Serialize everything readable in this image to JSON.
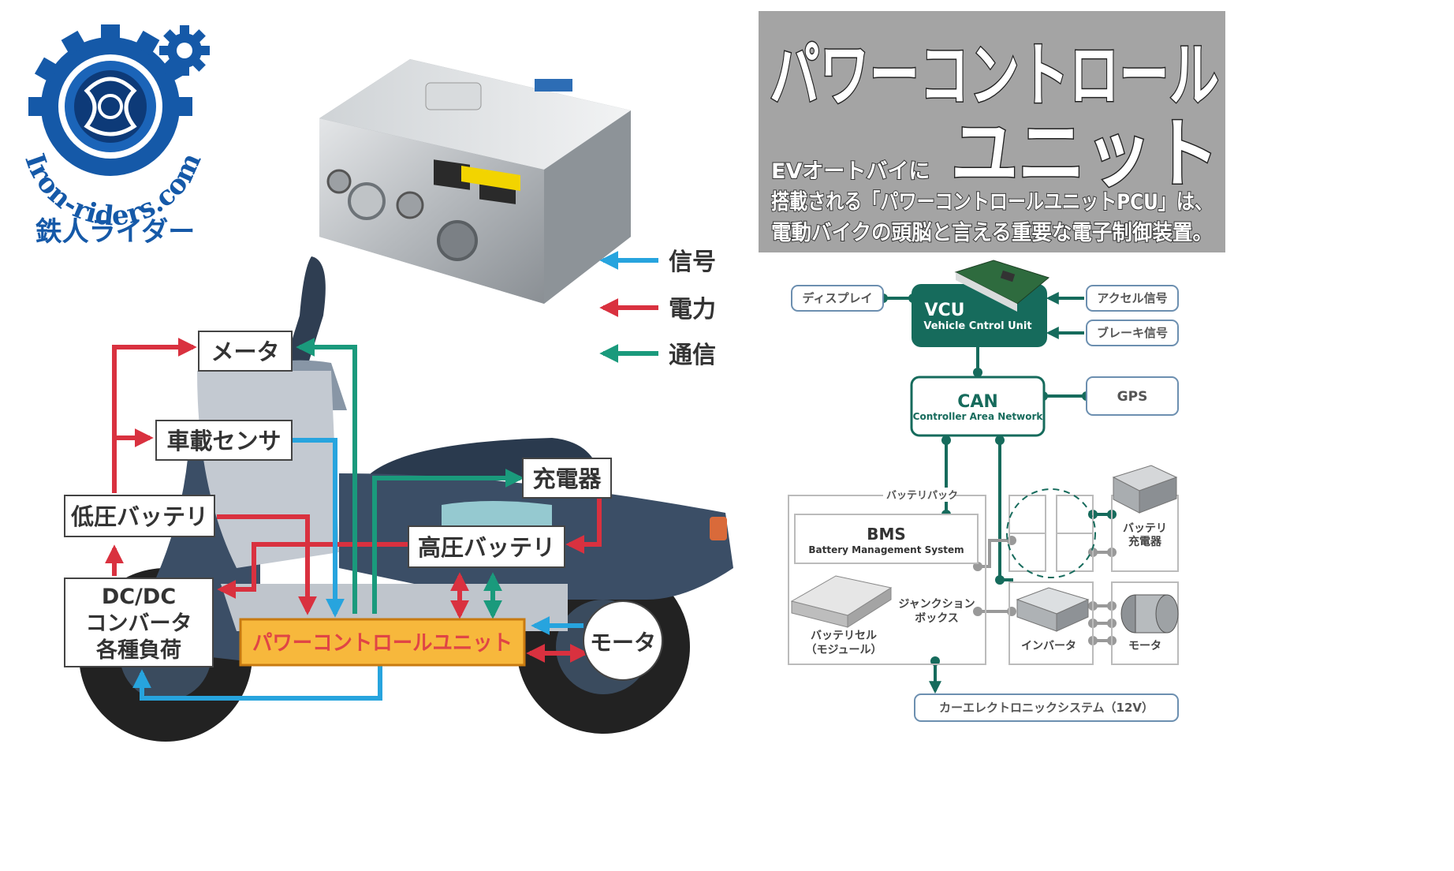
{
  "logo": {
    "arc_text": "Iron-riders.com",
    "subtitle": "鉄人ライダー",
    "colors": {
      "gear": "#1559a8",
      "navy": "#0d3a78"
    }
  },
  "title_panel": {
    "title_line1": "パワーコントロール",
    "title_line2": "ユニット",
    "desc_line1": "EVオートバイに",
    "desc_line2": "搭載される「パワーコントロールユニットPCU」は、",
    "desc_line3": "電動バイクの頭脳と言える重要な電子制御装置。",
    "bg_color": "#a4a4a4"
  },
  "legend": [
    {
      "label": "信号",
      "color": "#27a4de"
    },
    {
      "label": "電力",
      "color": "#d9313f"
    },
    {
      "label": "通信",
      "color": "#1a9a7c"
    }
  ],
  "scooter_diagram": {
    "meter": "メータ",
    "sensor": "車載センサ",
    "low_battery": "低圧バッテリ",
    "dcdc": [
      "DC/DC",
      "コンバータ",
      "各種負荷"
    ],
    "charger": "充電器",
    "high_battery": "高圧バッテリ",
    "pcu": "パワーコントロールユニット",
    "motor": "モータ"
  },
  "block_diagram": {
    "vcu_title": "VCU",
    "vcu_subtitle": "Vehicle Cntrol Unit",
    "display": "ディスプレイ",
    "accel": "アクセル信号",
    "brake": "ブレーキ信号",
    "can_title": "CAN",
    "can_subtitle": "Controller Area Network",
    "gps": "GPS",
    "battery_pack": "バッテリパック",
    "bms_title": "BMS",
    "bms_subtitle": "Battery Management System",
    "junction": [
      "ジャンクション",
      "ボックス"
    ],
    "cell": [
      "バッテリセル",
      "（モジュール）"
    ],
    "charger": [
      "バッテリ",
      "充電器"
    ],
    "inverter": "インバータ",
    "motor": "モータ",
    "car_electronics": "カーエレクトロニックシステム（12V）",
    "accent": "#166b5c"
  }
}
